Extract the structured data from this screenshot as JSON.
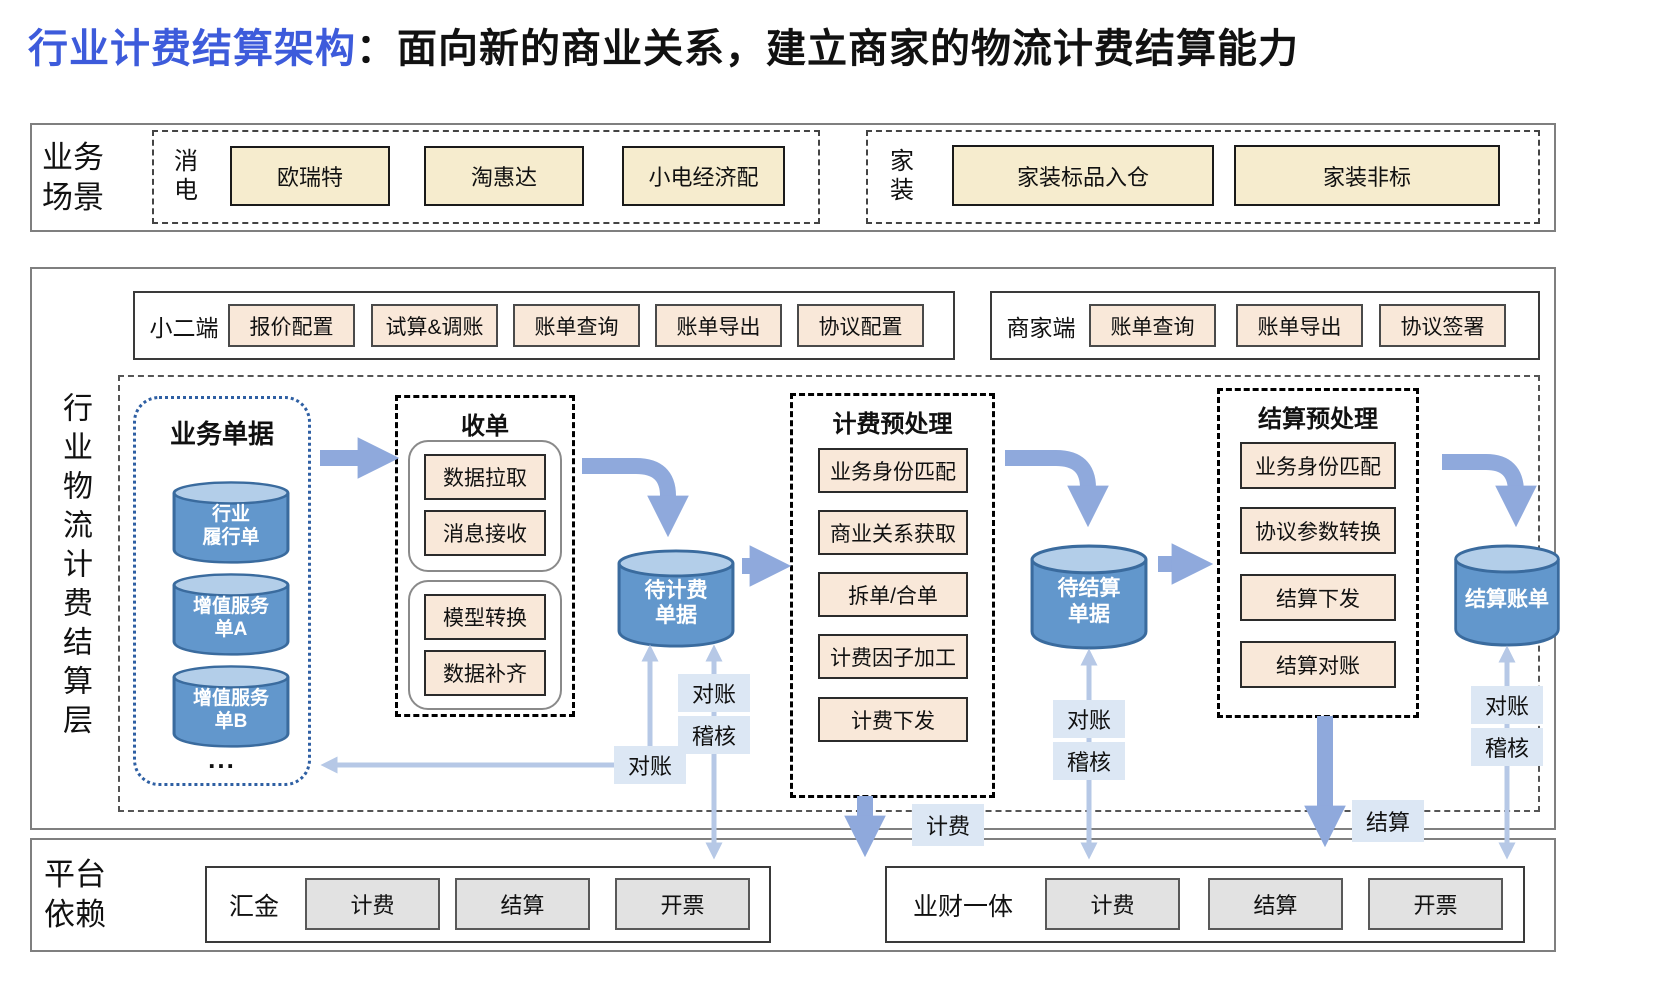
{
  "title": {
    "highlight": "行业计费结算架构",
    "rest": "：面向新的商业关系，建立商家的物流计费结算能力"
  },
  "colors": {
    "title_blue": "#3d5bdb",
    "cream_box": "#f6ecce",
    "peach_box": "#f9e8d9",
    "gray_box": "#e2e2e2",
    "cylinder_body": "#6297cc",
    "cylinder_top": "#b3cee9",
    "arrow_thick": "#8fa9dc",
    "arrow_thin": "#b6c8e6",
    "chip_bg": "#dce7f4"
  },
  "scenario": {
    "label": "业务场景",
    "groups": [
      {
        "label": "消电",
        "items": [
          "欧瑞特",
          "淘惠达",
          "小电经济配"
        ]
      },
      {
        "label": "家装",
        "items": [
          "家装标品入仓",
          "家装非标"
        ]
      }
    ]
  },
  "layer": {
    "label": "行业物流计费结算层",
    "xiaoer": {
      "label": "小二端",
      "items": [
        "报价配置",
        "试算&调账",
        "账单查询",
        "账单导出",
        "协议配置"
      ]
    },
    "merchant": {
      "label": "商家端",
      "items": [
        "账单查询",
        "账单导出",
        "协议签署"
      ]
    },
    "biz_docs": {
      "title": "业务单据",
      "cylinders": [
        [
          "行业",
          "履行单"
        ],
        [
          "增值服务",
          "单A"
        ],
        [
          "增值服务",
          "单B"
        ]
      ],
      "more": "..."
    },
    "shoudan": {
      "title": "收单",
      "group1": [
        "数据拉取",
        "消息接收"
      ],
      "group2": [
        "模型转换",
        "数据补齐"
      ]
    },
    "cyl_pending_billing": [
      "待计费",
      "单据"
    ],
    "billing_pre": {
      "title": "计费预处理",
      "items": [
        "业务身份匹配",
        "商业关系获取",
        "拆单/合单",
        "计费因子加工",
        "计费下发"
      ]
    },
    "cyl_pending_settle": [
      "待结算",
      "单据"
    ],
    "settle_pre": {
      "title": "结算预处理",
      "items": [
        "业务身份匹配",
        "协议参数转换",
        "结算下发",
        "结算对账"
      ]
    },
    "cyl_settle_bill": "结算账单",
    "labels": {
      "duizhang": "对账",
      "jihe": "稽核",
      "jifei": "计费",
      "jiesuan": "结算"
    }
  },
  "platform": {
    "label": "平台依赖",
    "groups": [
      {
        "label": "汇金",
        "items": [
          "计费",
          "结算",
          "开票"
        ]
      },
      {
        "label": "业财一体",
        "items": [
          "计费",
          "结算",
          "开票"
        ]
      }
    ]
  }
}
